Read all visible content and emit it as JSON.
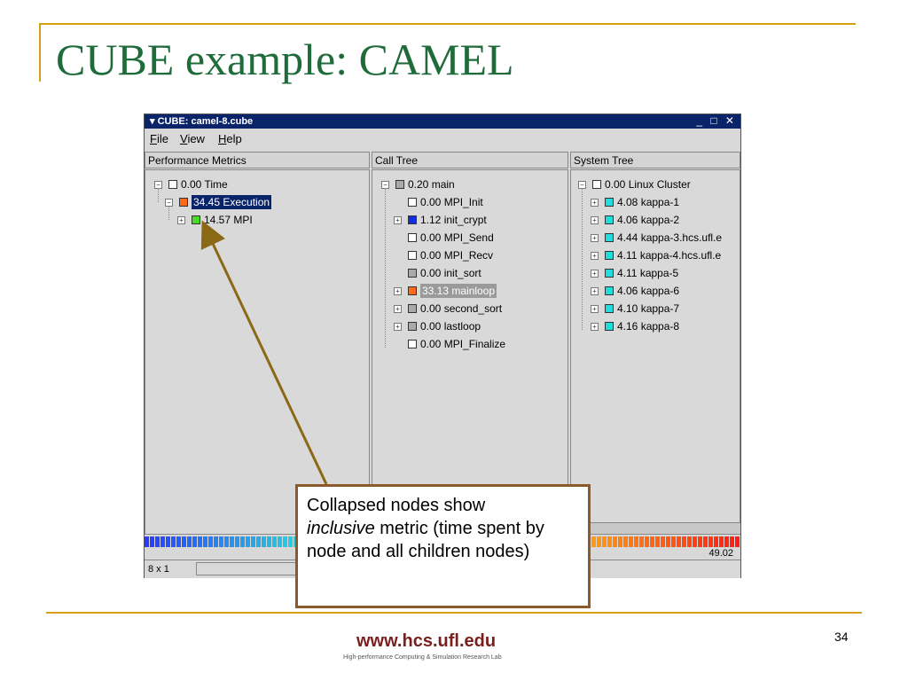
{
  "slide": {
    "title": "CUBE example: CAMEL",
    "page_number": "34",
    "footer_url": "www.hcs.ufl.edu",
    "footer_sub": "High-performance Computing & Simulation Research Lab",
    "accent_color": "#d4a017",
    "title_color": "#1f6b3a"
  },
  "window": {
    "title": "▾ CUBE: camel-8.cube",
    "controls": "_ □ ✕",
    "menu": [
      "File",
      "View",
      "Help"
    ]
  },
  "panes": {
    "metrics": {
      "header": "Performance Metrics",
      "nodes": [
        {
          "value": "0.00",
          "label": "Time",
          "color": "#ffffff",
          "toggle": "−"
        },
        {
          "value": "34.45",
          "label": "Execution",
          "color": "#ff6a1a",
          "toggle": "−",
          "selected": true
        },
        {
          "value": "14.57",
          "label": "MPI",
          "color": "#44dd22",
          "toggle": "+"
        }
      ]
    },
    "calltree": {
      "header": "Call Tree",
      "nodes": [
        {
          "value": "0.20",
          "label": "main",
          "color": "#aaaaaa",
          "toggle": "−"
        },
        {
          "value": "0.00",
          "label": "MPI_Init",
          "color": "#ffffff"
        },
        {
          "value": "1.12",
          "label": "init_crypt",
          "color": "#1030e0",
          "toggle": "+"
        },
        {
          "value": "0.00",
          "label": "MPI_Send",
          "color": "#ffffff"
        },
        {
          "value": "0.00",
          "label": "MPI_Recv",
          "color": "#ffffff"
        },
        {
          "value": "0.00",
          "label": "init_sort",
          "color": "#aaaaaa"
        },
        {
          "value": "33.13",
          "label": "mainloop",
          "color": "#ff6a1a",
          "toggle": "+",
          "selected": true
        },
        {
          "value": "0.00",
          "label": "second_sort",
          "color": "#aaaaaa",
          "toggle": "+"
        },
        {
          "value": "0.00",
          "label": "lastloop",
          "color": "#aaaaaa",
          "toggle": "+"
        },
        {
          "value": "0.00",
          "label": "MPI_Finalize",
          "color": "#ffffff"
        }
      ]
    },
    "systemtree": {
      "header": "System Tree",
      "nodes": [
        {
          "value": "0.00",
          "label": "Linux Cluster",
          "color": "#ffffff",
          "toggle": "−"
        },
        {
          "value": "4.08",
          "label": "kappa-1",
          "color": "#22dddd",
          "toggle": "+"
        },
        {
          "value": "4.06",
          "label": "kappa-2",
          "color": "#22dddd",
          "toggle": "+"
        },
        {
          "value": "4.44",
          "label": "kappa-3.hcs.ufl.e",
          "color": "#22dddd",
          "toggle": "+"
        },
        {
          "value": "4.11",
          "label": "kappa-4.hcs.ufl.e",
          "color": "#22dddd",
          "toggle": "+"
        },
        {
          "value": "4.11",
          "label": "kappa-5",
          "color": "#22dddd",
          "toggle": "+"
        },
        {
          "value": "4.06",
          "label": "kappa-6",
          "color": "#22dddd",
          "toggle": "+"
        },
        {
          "value": "4.10",
          "label": "kappa-7",
          "color": "#22dddd",
          "toggle": "+"
        },
        {
          "value": "4.16",
          "label": "kappa-8",
          "color": "#22dddd",
          "toggle": "+"
        }
      ]
    }
  },
  "colorbar": {
    "max_label": "49.02"
  },
  "status": {
    "dimension": "8 x 1"
  },
  "callout": {
    "line1": "Collapsed nodes show",
    "emph": "inclusive",
    "line2": " metric (time spent by node and all children nodes)",
    "border_color": "#8b5a2b"
  }
}
